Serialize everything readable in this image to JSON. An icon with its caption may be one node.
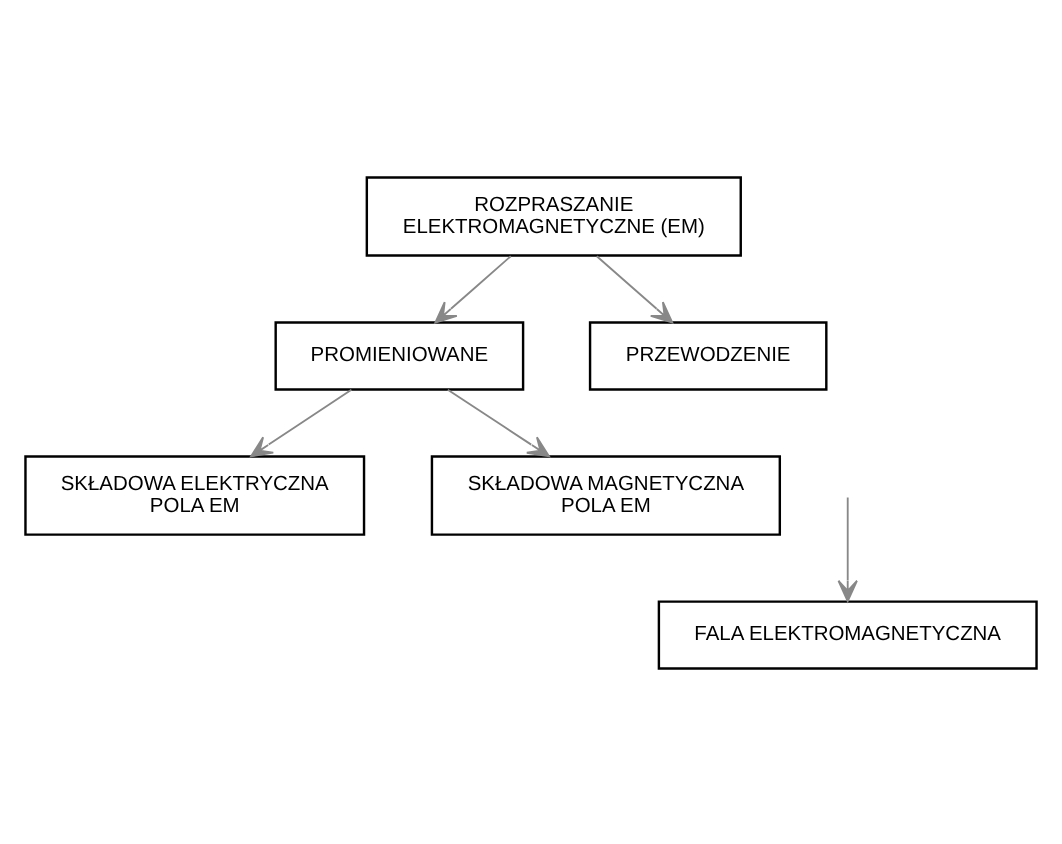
{
  "diagram": {
    "nodes": [
      {
        "text": [
          "ROZPRASZANIE ELEKTROMAGNETYCZNE (EM)"
        ]
      },
      {
        "text": [
          "PROMIENIOWANE"
        ]
      },
      {
        "text": [
          "PRZEWODZENIE"
        ]
      },
      {
        "text": [
          "SKŁADOWA ELEKTRYCZNA POLA EM"
        ]
      },
      {
        "text": [
          "SKŁADOWA MAGNETYCZNA POLA EM"
        ]
      },
      {
        "text": [
          "FALA ELEKTROMAGNETYCZNA"
        ]
      }
    ],
    "edges": [
      {
        "from": 0,
        "to": 1,
        "arrow": "to"
      },
      {
        "from": 0,
        "to": 2,
        "arrow": "to"
      },
      {
        "from": 1,
        "to": 3,
        "arrow": "to"
      },
      {
        "from": 1,
        "to": 4,
        "arrow": "to"
      },
      {
        "from": null,
        "to": 5,
        "arrow": "to"
      }
    ]
  }
}
